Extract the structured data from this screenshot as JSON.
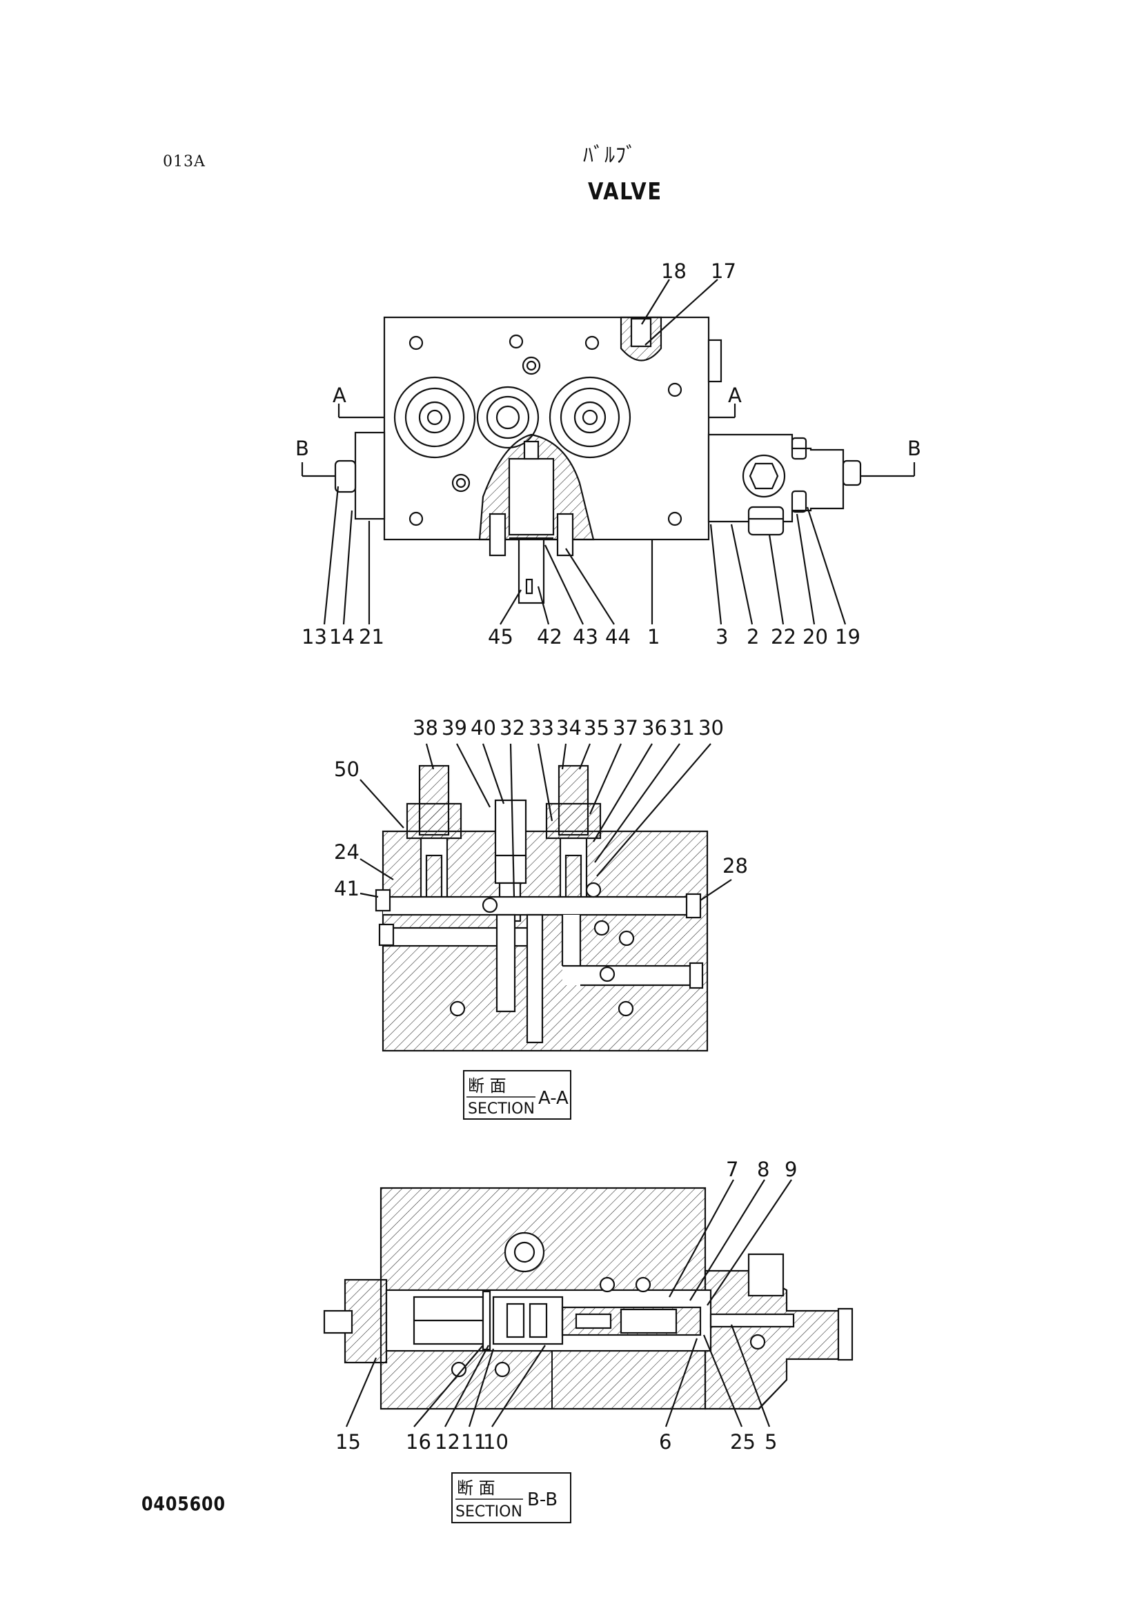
{
  "page": {
    "page_code": "013A",
    "title_jp": "ﾊﾞﾙﾌﾞ",
    "title_en": "VALVE",
    "document_number": "0405600"
  },
  "top_view": {
    "section_markers": [
      "A",
      "A",
      "B",
      "B"
    ],
    "callouts_top": [
      "18",
      "17"
    ],
    "callouts_bottom": [
      "13",
      "14",
      "21",
      "45",
      "42",
      "43",
      "44",
      "1",
      "3",
      "2",
      "22",
      "20",
      "19"
    ]
  },
  "section_aa": {
    "callouts_top": [
      "38",
      "39",
      "40",
      "32",
      "33",
      "34",
      "35",
      "37",
      "36",
      "31",
      "30"
    ],
    "callouts_left": [
      "50",
      "24",
      "41"
    ],
    "callouts_right": [
      "28"
    ],
    "label_jp": "断 面",
    "label_en": "SECTION",
    "label_id": "A-A"
  },
  "section_bb": {
    "callouts_top": [
      "7",
      "8",
      "9"
    ],
    "callouts_bottom": [
      "15",
      "16",
      "12",
      "11",
      "10",
      "6",
      "25",
      "5"
    ],
    "label_jp": "断 面",
    "label_en": "SECTION",
    "label_id": "B-B"
  }
}
